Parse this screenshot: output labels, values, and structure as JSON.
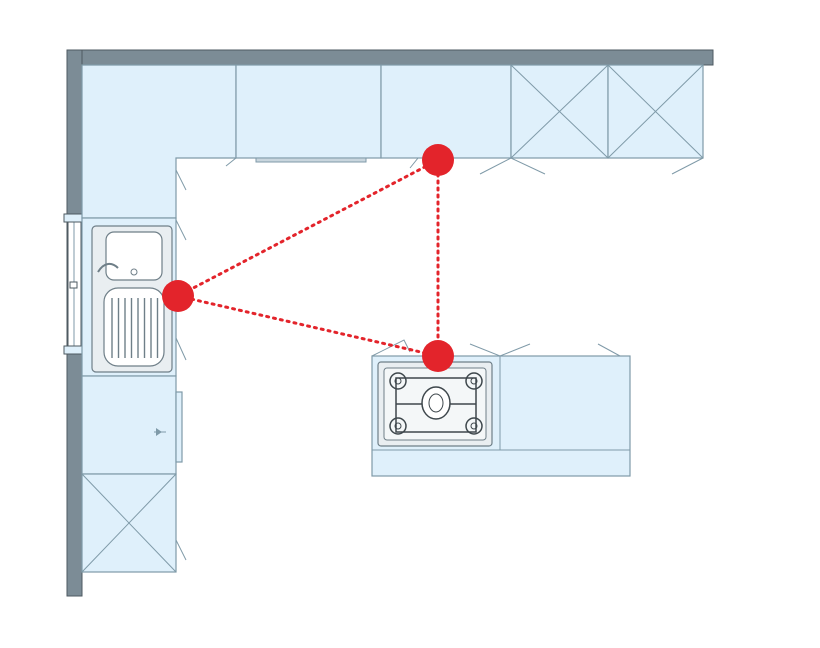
{
  "diagram": {
    "background": "#ffffff",
    "colors": {
      "wall": "#7c8c96",
      "cabinet_fill": "#dff0fb",
      "cabinet_stroke": "#7f9aa8",
      "triangle": "#e3242b"
    },
    "elements": [
      "wall",
      "base-cabinets",
      "sink",
      "cooktop",
      "island",
      "dishwasher",
      "refrigerator"
    ],
    "work_triangle": {
      "vertices": [
        "refrigerator",
        "sink",
        "cooktop"
      ],
      "line_style": "dotted"
    }
  }
}
